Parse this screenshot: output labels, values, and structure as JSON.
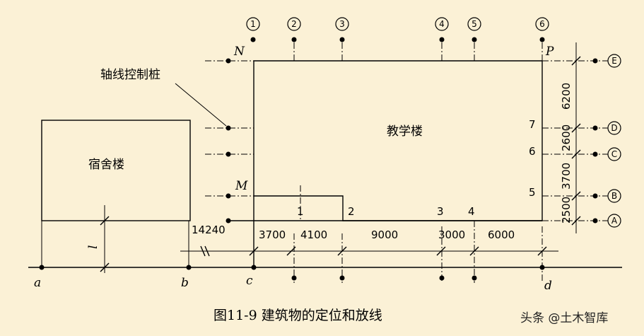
{
  "labels": {
    "axis_stake_label": "轴线控制桩",
    "teaching_building": "教学楼",
    "dormitory": "宿舍楼",
    "dim_14240": "14240",
    "dim_l": "l",
    "caption": "图11-9  建筑物的定位和放线",
    "watermark": "头条 @土木智库"
  },
  "points": {
    "N": "N",
    "P": "P",
    "M": "M",
    "a": "a",
    "b": "b",
    "c": "c",
    "d": "d"
  },
  "column_axes": [
    "1",
    "2",
    "3",
    "4",
    "5",
    "6"
  ],
  "row_axes": [
    "E",
    "D",
    "C",
    "B",
    "A"
  ],
  "bottom_dims": [
    "3700",
    "4100",
    "9000",
    "3000",
    "6000"
  ],
  "right_dims": [
    "6200",
    "2600",
    "3700",
    "2500"
  ],
  "baseline_points": [
    "1",
    "2",
    "3",
    "4"
  ],
  "right_points": [
    "7",
    "6",
    "5"
  ]
}
